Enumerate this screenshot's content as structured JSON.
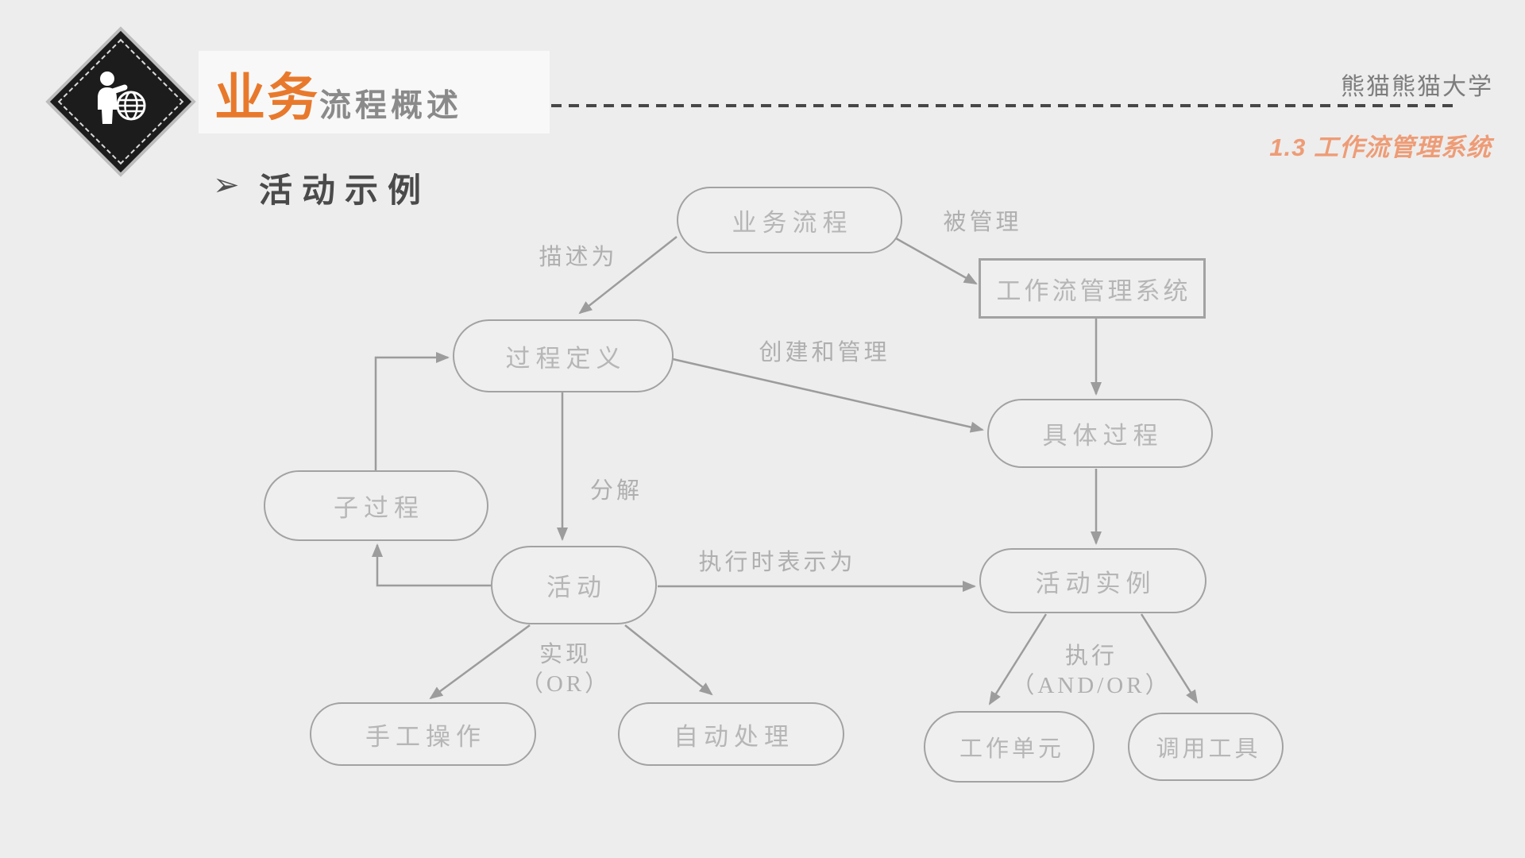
{
  "slide": {
    "university": "熊猫熊猫大学",
    "section": "1.3 工作流管理系统",
    "title_accent": "业务",
    "title_rest": "流程概述",
    "bullet_marker": "➢",
    "bullet_text": "活动示例"
  },
  "colors": {
    "background": "#EDEDED",
    "accent_orange": "#E8792C",
    "section_orange": "#EE9C76",
    "title_gray": "#8A8A8A",
    "heading_dark_gray": "#4A4A4A",
    "dashed_rule": "#474747",
    "diagram_line": "#9C9C9C",
    "diagram_text": "#B6B6B6"
  },
  "diagram": {
    "nodes": [
      {
        "id": "business-process",
        "label": "业务流程",
        "shape": "stadium"
      },
      {
        "id": "workflow-management-system",
        "label": "工作流管理系统",
        "shape": "rect"
      },
      {
        "id": "process-definition",
        "label": "过程定义",
        "shape": "stadium"
      },
      {
        "id": "concrete-process",
        "label": "具体过程",
        "shape": "stadium"
      },
      {
        "id": "sub-process",
        "label": "子过程",
        "shape": "stadium"
      },
      {
        "id": "activity",
        "label": "活动",
        "shape": "stadium"
      },
      {
        "id": "activity-instance",
        "label": "活动实例",
        "shape": "stadium"
      },
      {
        "id": "manual-operation",
        "label": "手工操作",
        "shape": "stadium"
      },
      {
        "id": "automatic-processing",
        "label": "自动处理",
        "shape": "stadium"
      },
      {
        "id": "work-unit",
        "label": "工作单元",
        "shape": "stadium"
      },
      {
        "id": "invoke-tool",
        "label": "调用工具",
        "shape": "stadium"
      }
    ],
    "edge_labels": [
      {
        "id": "described-as",
        "text": "描述为"
      },
      {
        "id": "managed-by",
        "text": "被管理"
      },
      {
        "id": "create-and-manage",
        "text": "创建和管理"
      },
      {
        "id": "decompose",
        "text": "分解"
      },
      {
        "id": "represented-when-executed-as",
        "text": "执行时表示为"
      },
      {
        "id": "implement-or",
        "text": "实现\n（OR）"
      },
      {
        "id": "execute-and-or",
        "text": "执行\n（AND/OR）"
      }
    ]
  }
}
